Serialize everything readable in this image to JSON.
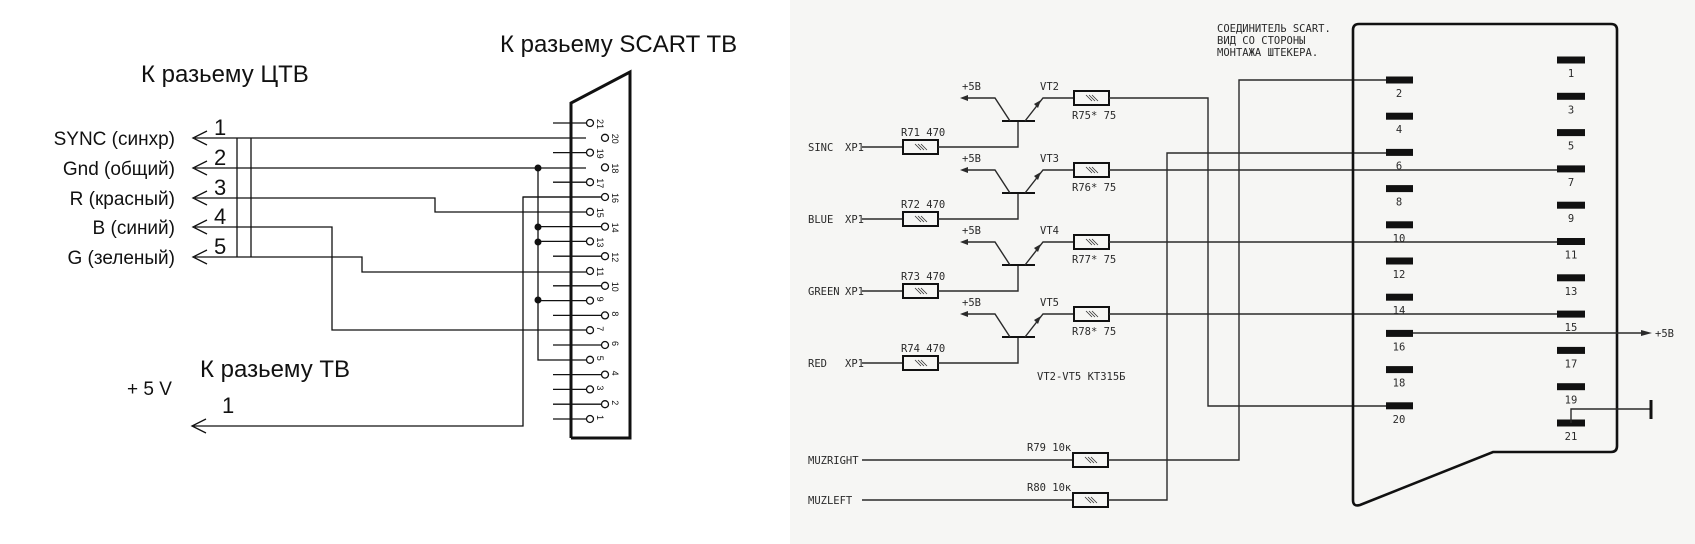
{
  "left": {
    "title_ctv": "К разьему ЦТВ",
    "title_scart": "К разьему SCART ТВ",
    "signals": [
      {
        "label": "SYNC (синхр)",
        "num": "1"
      },
      {
        "label": "Gnd (общий)",
        "num": "2"
      },
      {
        "label": "R (красный)",
        "num": "3"
      },
      {
        "label": "B (синий)",
        "num": "4"
      },
      {
        "label": "G (зеленый)",
        "num": "5"
      }
    ],
    "tv_title": "К разьему ТВ",
    "power_label": "+ 5 V",
    "power_num": "1",
    "pins": [
      "1",
      "2",
      "3",
      "4",
      "5",
      "6",
      "7",
      "8",
      "9",
      "10",
      "11",
      "12",
      "13",
      "14",
      "15",
      "16",
      "17",
      "18",
      "19",
      "20",
      "21"
    ]
  },
  "right": {
    "title": [
      "СОЕДИНИТЕЛЬ SCART.",
      "ВИД СО СТОРОНЫ",
      "МОНТАЖА ШТЕКЕРА."
    ],
    "rows": [
      {
        "signal": "SINC",
        "xp": "XP1",
        "r_in": "R71 470",
        "vt": "VT2",
        "r_out": "R75* 75",
        "supply": "+5В"
      },
      {
        "signal": "BLUE",
        "xp": "XP1",
        "r_in": "R72 470",
        "vt": "VT3",
        "r_out": "R76* 75",
        "supply": "+5В"
      },
      {
        "signal": "GREEN",
        "xp": "XP1",
        "r_in": "R73 470",
        "vt": "VT4",
        "r_out": "R77* 75",
        "supply": "+5В"
      },
      {
        "signal": "RED",
        "xp": "XP1",
        "r_in": "R74 470",
        "vt": "VT5",
        "r_out": "R78* 75",
        "supply": "+5В"
      }
    ],
    "transistor_note": "VT2-VT5  КТ315Б",
    "audio": [
      {
        "signal": "MUZRIGHT",
        "r": "R79 10к"
      },
      {
        "signal": "MUZLEFT",
        "r": "R80 10к"
      }
    ],
    "supply_out": "+5В",
    "pins_even": [
      "2",
      "4",
      "6",
      "8",
      "10",
      "12",
      "14",
      "16",
      "18",
      "20"
    ],
    "pins_odd": [
      "1",
      "3",
      "5",
      "7",
      "9",
      "11",
      "13",
      "15",
      "17",
      "19",
      "21"
    ]
  }
}
